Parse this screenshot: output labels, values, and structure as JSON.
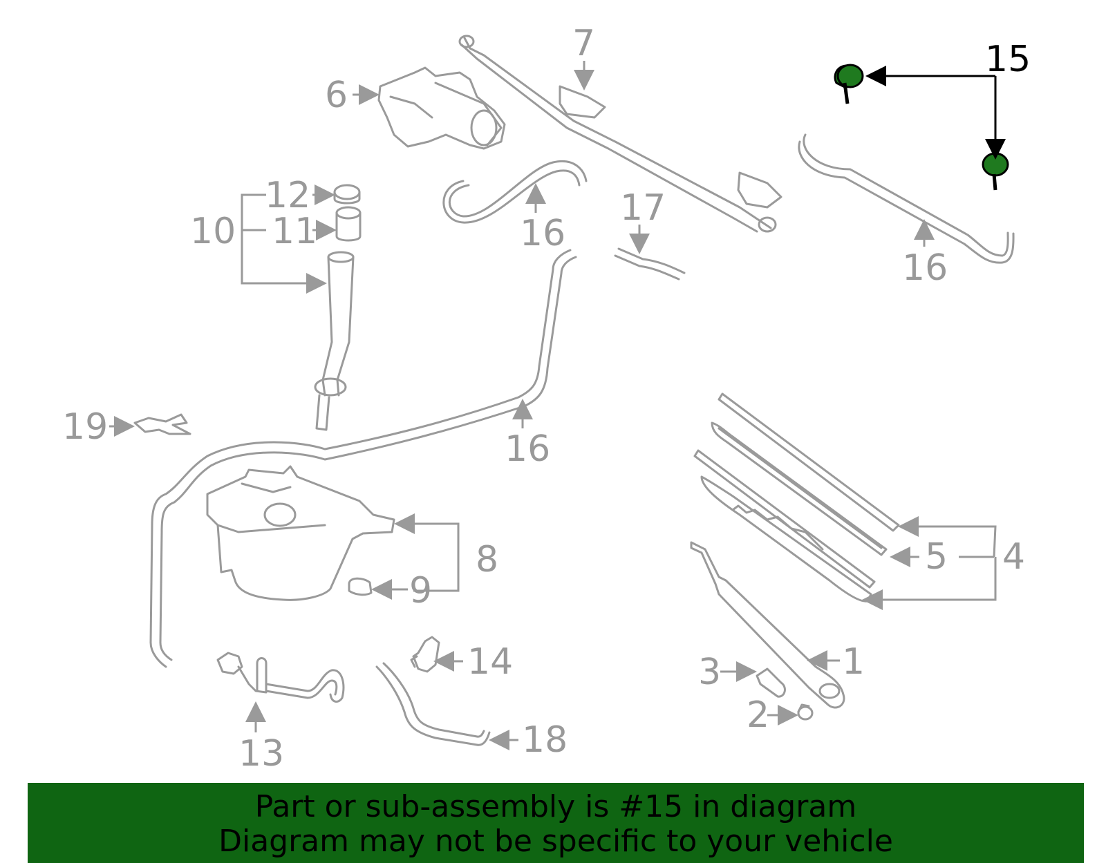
{
  "diagram": {
    "callouts": [
      {
        "id": "c1",
        "label": "1"
      },
      {
        "id": "c2",
        "label": "2"
      },
      {
        "id": "c3",
        "label": "3"
      },
      {
        "id": "c4",
        "label": "4"
      },
      {
        "id": "c5",
        "label": "5"
      },
      {
        "id": "c6",
        "label": "6"
      },
      {
        "id": "c7",
        "label": "7"
      },
      {
        "id": "c8",
        "label": "8"
      },
      {
        "id": "c9",
        "label": "9"
      },
      {
        "id": "c10",
        "label": "10"
      },
      {
        "id": "c11",
        "label": "11"
      },
      {
        "id": "c12",
        "label": "12"
      },
      {
        "id": "c13",
        "label": "13"
      },
      {
        "id": "c14",
        "label": "14"
      },
      {
        "id": "c15",
        "label": "15"
      },
      {
        "id": "c16a",
        "label": "16"
      },
      {
        "id": "c16b",
        "label": "16"
      },
      {
        "id": "c16c",
        "label": "16"
      },
      {
        "id": "c17",
        "label": "17"
      },
      {
        "id": "c18",
        "label": "18"
      },
      {
        "id": "c19",
        "label": "19"
      }
    ],
    "highlight_color": "#1f7a1f",
    "highlighted_part": "15"
  },
  "footer": {
    "line1": "Part or sub-assembly is #15 in diagram",
    "line2": "Diagram may not be specific to your vehicle",
    "background": "#0f6512"
  }
}
